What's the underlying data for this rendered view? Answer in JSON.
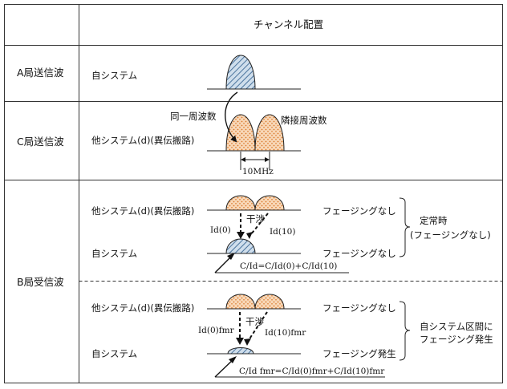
{
  "header": {
    "title": "チャンネル配置"
  },
  "rows": {
    "a": {
      "label": "A局送信波",
      "own_system": "自システム"
    },
    "c": {
      "label": "C局送信波",
      "other_system": "他システム(d)(異伝搬路)",
      "same_freq": "同一周波数",
      "adjacent_freq": "隣接周波数",
      "bandwidth": "10MHz"
    },
    "b": {
      "label": "B局受信波",
      "upper": {
        "other_system": "他システム(d)(異伝搬路)",
        "own_system": "自システム",
        "interference": "干渉",
        "id0": "Id(0)",
        "id10": "Id(10)",
        "fading_other": "フェージングなし",
        "fading_own": "フェージングなし",
        "bracket_note_1": "定常時",
        "bracket_note_2": "(フェージングなし)",
        "formula": "C/Id=C/Id(0)+C/Id(10)"
      },
      "lower": {
        "other_system": "他システム(d)(異伝搬路)",
        "own_system": "自システム",
        "interference": "干渉",
        "id0": "Id(0)fmr",
        "id10": "Id(10)fmr",
        "fading_other": "フェージングなし",
        "fading_own": "フェージング発生",
        "bracket_note_1": "自システム区間に",
        "bracket_note_2": "フェージング発生",
        "formula": "C/Id fmr=C/Id(0)fmr+C/Id(10)fmr"
      }
    }
  },
  "colors": {
    "own_fill": "#b8cde0",
    "other_fill": "#f5c8a0",
    "dots": "#e08a3c",
    "stroke": "#222222"
  }
}
